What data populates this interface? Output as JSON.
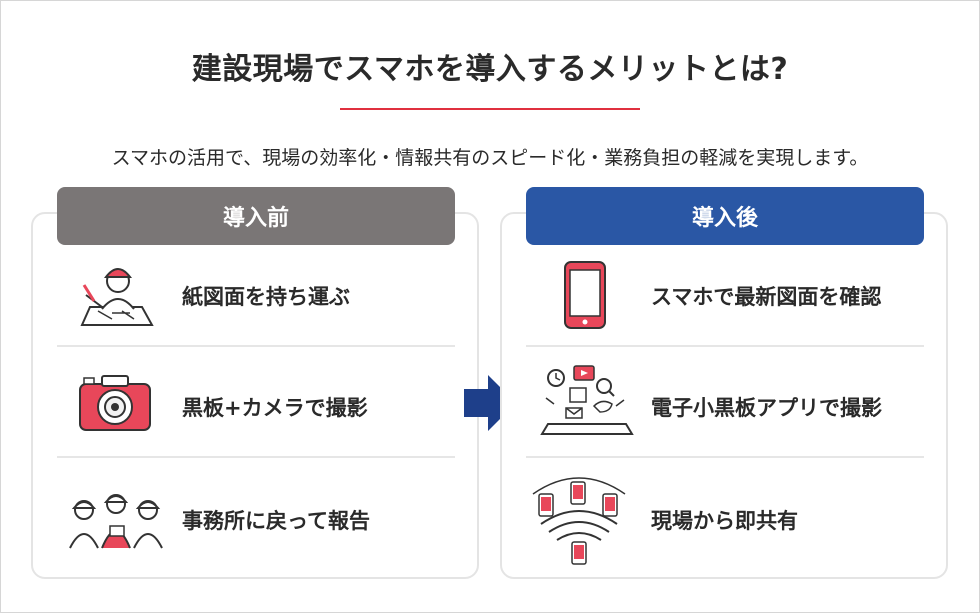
{
  "title": "建設現場でスマホを導入するメリットとは?",
  "subtitle": "スマホの活用で、現場の効率化・情報共有のスピード化・業務負担の軽減を実現します。",
  "colors": {
    "accent_red": "#e0303f",
    "before_tab": "#7a7676",
    "after_tab": "#2a57a5",
    "arrow": "#1e3f8a"
  },
  "before": {
    "label": "導入前",
    "items": [
      {
        "icon": "worker-drawing-icon",
        "label": "紙図面を持ち運ぶ"
      },
      {
        "icon": "camera-icon",
        "label": "黒板+カメラで撮影"
      },
      {
        "icon": "workers-group-icon",
        "label": "事務所に戻って報告"
      }
    ]
  },
  "after": {
    "label": "導入後",
    "items": [
      {
        "icon": "smartphone-icon",
        "label": "スマホで最新図面を確認"
      },
      {
        "icon": "tablet-apps-icon",
        "label": "電子小黒板アプリで撮影"
      },
      {
        "icon": "network-share-icon",
        "label": "現場から即共有"
      }
    ]
  }
}
